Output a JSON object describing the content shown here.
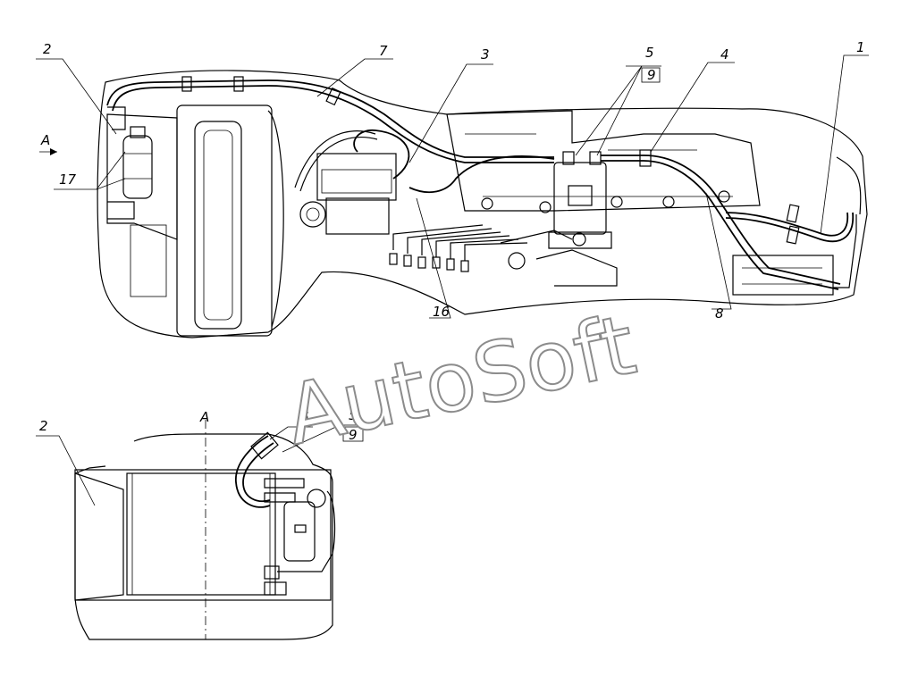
{
  "labels": {
    "c1": "1",
    "c2": "2",
    "c3": "3",
    "c4": "4",
    "c5": "5",
    "c9": "9",
    "c7": "7",
    "c8": "8",
    "c16": "16",
    "c17": "17",
    "cA": "A",
    "c2b": "2",
    "cAb": "A",
    "c6b": "6",
    "c5b": "5",
    "c9b": "9"
  },
  "watermark": "AutoSoft"
}
